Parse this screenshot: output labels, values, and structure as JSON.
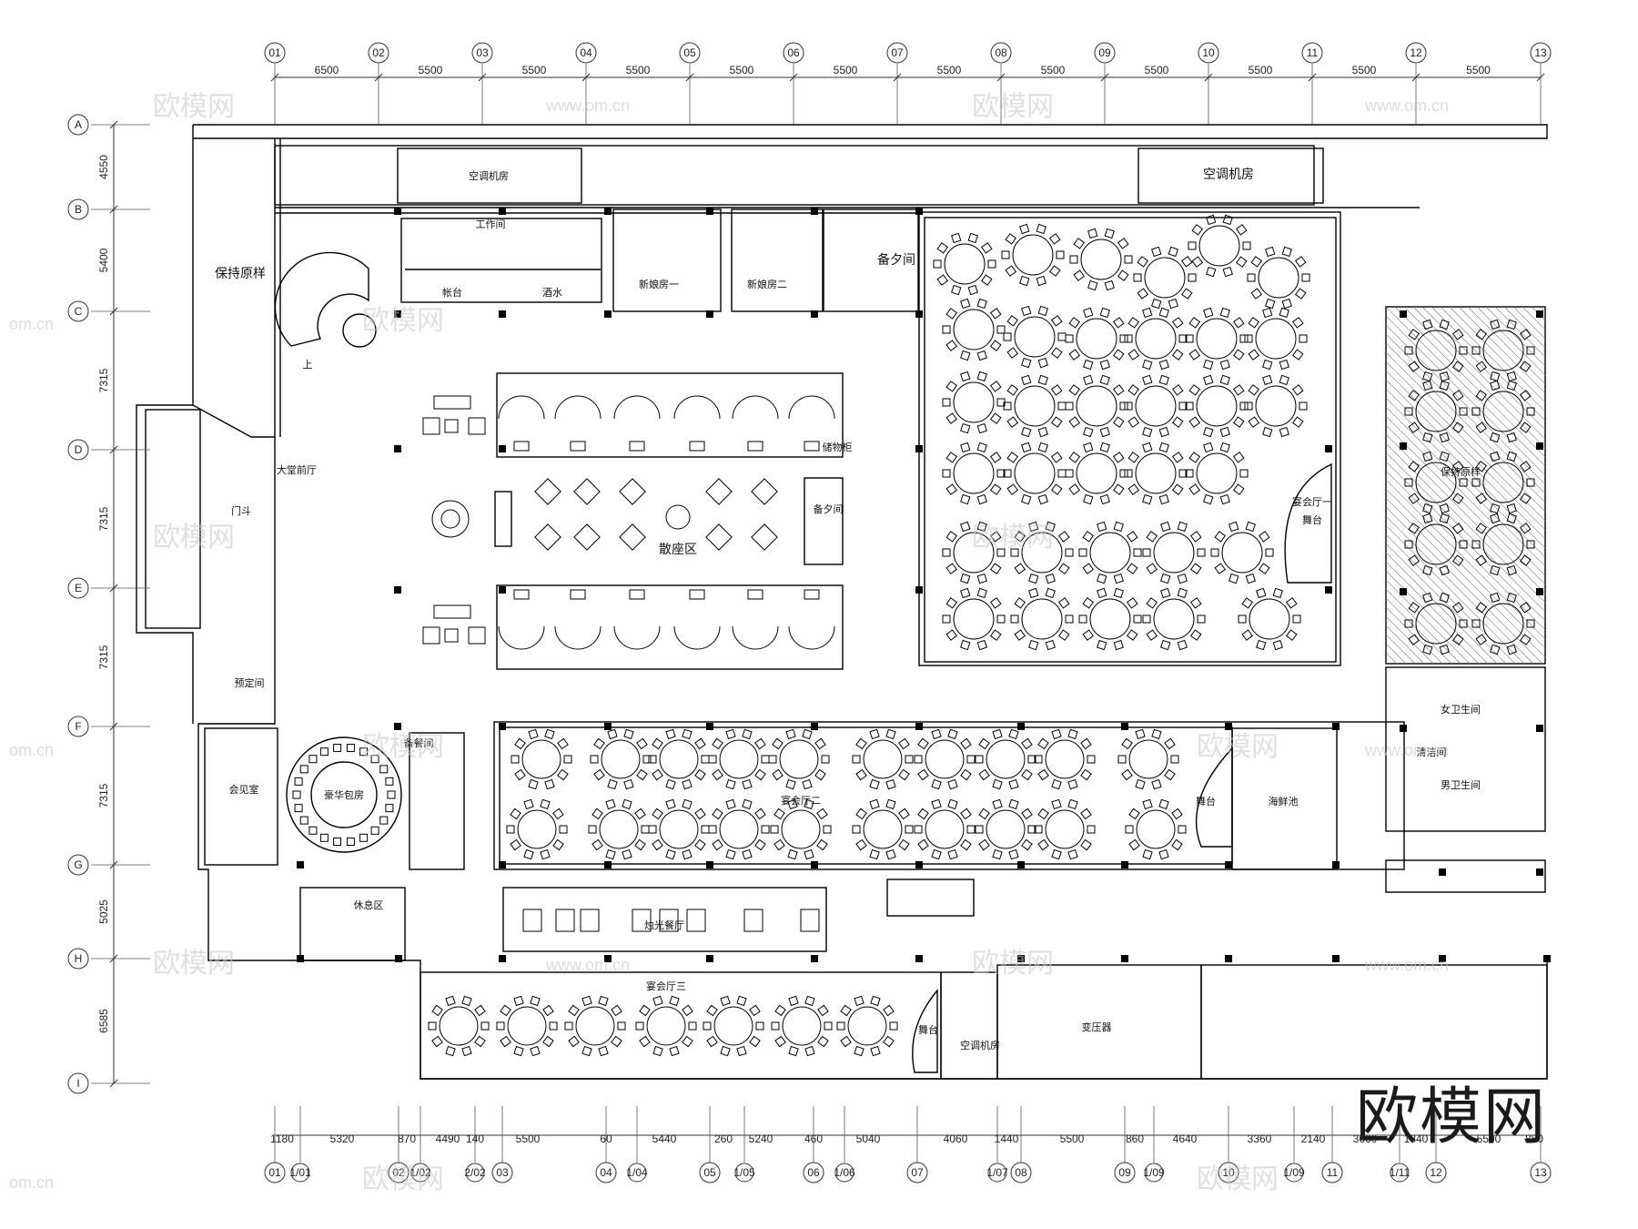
{
  "grid_columns": {
    "top_labels": [
      "01",
      "02",
      "03",
      "04",
      "05",
      "06",
      "07",
      "08",
      "09",
      "10",
      "11",
      "12",
      "13"
    ],
    "top_dimensions": [
      "6500",
      "5500",
      "5500",
      "5500",
      "5500",
      "5500",
      "5500",
      "5500",
      "5500",
      "5500",
      "5500",
      "5500"
    ],
    "bottom_labels": [
      "01",
      "1/01",
      "02",
      "1/02",
      "2/02",
      "03",
      "04",
      "1/04",
      "05",
      "1/05",
      "06",
      "1/06",
      "07",
      "1/07",
      "08",
      "09",
      "1/09",
      "10",
      "1/09",
      "11",
      "1/11",
      "12",
      "13"
    ],
    "bottom_dimensions": [
      "1180",
      "5320",
      "870",
      "4490",
      "140",
      "5500",
      "60",
      "5440",
      "260",
      "5240",
      "460",
      "5040",
      "4060",
      "1440",
      "5500",
      "860",
      "4640",
      "3360",
      "2140",
      "3660",
      "1840",
      "5500",
      "850"
    ]
  },
  "grid_rows": {
    "labels": [
      "A",
      "B",
      "C",
      "D",
      "E",
      "F",
      "G",
      "H",
      "I"
    ],
    "dimensions": [
      "4550",
      "5400",
      "7315",
      "7315",
      "7315",
      "7315",
      "5025",
      "6585"
    ]
  },
  "rooms": {
    "ac_room_1": "空调机房",
    "ac_room_2": "空调机房",
    "ac_room_3": "空调机房",
    "workroom": "工作间",
    "counter": "帐台",
    "wine": "酒水",
    "bridal_1": "新娘房一",
    "bridal_2": "新娘房二",
    "pantry_top": "备夕间",
    "keep_original_left": "保持原样",
    "lobby_front": "大堂前厅",
    "vestibule": "门斗",
    "casual_seating": "散座区",
    "booking": "预定间",
    "meeting": "会见室",
    "vip_room": "豪华包房",
    "serving": "备餐间",
    "rest_area": "休息区",
    "banquet_1": "宴会厅一",
    "stage_1": "舞台",
    "banquet_2": "宴会厅二",
    "stage_2": "舞台",
    "seafood_pool": "海鲜池",
    "candle_dining": "烛光餐厅",
    "banquet_3": "宴会厅三",
    "stage_3": "舞台",
    "transformer": "变压器",
    "keep_original_right": "保持原样",
    "womens_wc": "女卫生间",
    "cleaning": "清洁间",
    "mens_wc": "男卫生间",
    "upstairs": "上",
    "pantry_small": "备夕间",
    "cabinet": "储物柜"
  },
  "watermark": {
    "logo": "欧模网",
    "url": "www.om.cn",
    "url_short": "om.cn"
  },
  "colors": {
    "line": "#000000",
    "grid": "#555555",
    "hatch": "#333333",
    "wm": "#c8c8c8"
  }
}
